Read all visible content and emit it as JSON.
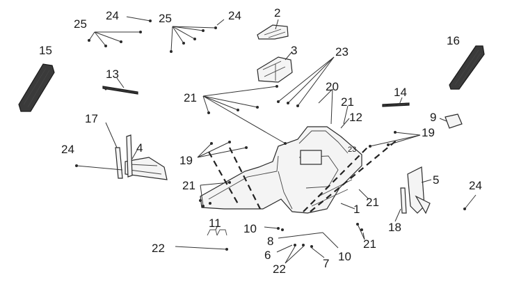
{
  "callouts": {
    "c1": "1",
    "c2": "2",
    "c3": "3",
    "c4": "4",
    "c5": "5",
    "c6": "6",
    "c7": "7",
    "c8": "8",
    "c9": "9",
    "c10a": "10",
    "c10b": "10",
    "c11": "11",
    "c12": "12",
    "c13": "13",
    "c14": "14",
    "c15": "15",
    "c16": "16",
    "c17": "17",
    "c18": "18",
    "c19a": "19",
    "c19b": "19",
    "c20": "20",
    "c21a": "21",
    "c21b": "21",
    "c21c": "21",
    "c21d": "21",
    "c21e": "21",
    "c22a": "22",
    "c22b": "22",
    "c23a": "23",
    "c23b": "23",
    "c24a": "24",
    "c24b": "24",
    "c24c": "24",
    "c24d": "24",
    "c25a": "25",
    "c25b": "25"
  }
}
